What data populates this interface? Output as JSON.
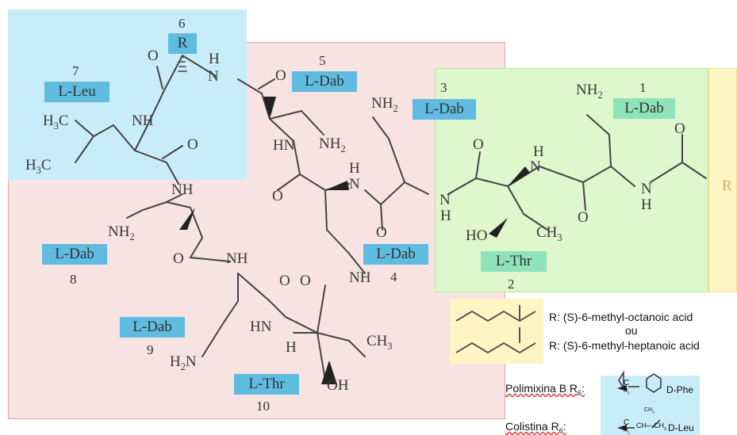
{
  "colors": {
    "blue_region": "#c9ecf9",
    "pink_region": "#f7e3e2",
    "green_region": "#dff7cc",
    "yellow_region": "#fff4c4",
    "residue_label": "#5fbbe0",
    "thr_label": "#8fe3b8",
    "r_label": "#f5eaa0"
  },
  "residues": [
    {
      "label": "L-Dab",
      "num": "1"
    },
    {
      "label": "L-Thr",
      "num": "2"
    },
    {
      "label": "L-Dab",
      "num": "3"
    },
    {
      "label": "L-Dab",
      "num": "4"
    },
    {
      "label": "L-Dab",
      "num": "5"
    },
    {
      "label": "R",
      "num": "6"
    },
    {
      "label": "L-Leu",
      "num": "7"
    },
    {
      "label": "L-Dab",
      "num": "8"
    },
    {
      "label": "L-Dab",
      "num": "9"
    },
    {
      "label": "L-Thr",
      "num": "10"
    }
  ],
  "atoms": {
    "nh": "NH",
    "n": "N",
    "h": "H",
    "o": "O",
    "nh2": "NH2",
    "h2n": "H2N",
    "h3c": "H3C",
    "ho": "HO",
    "ch3": "CH3",
    "oh": "OH",
    "hn": "HN",
    "r": "R"
  },
  "legend": {
    "r_line1": "R: (S)-6-methyl-octanoic acid",
    "r_or": "ou",
    "r_line2": "R: (S)-6-methyl-heptanoic acid",
    "polimixina": "Polimixina B R6:",
    "colistina": "Colistina R6:",
    "dphe": "D-Phe",
    "dleu": "D-Leu",
    "c_h": "C",
    "h2": "H2",
    "ch3_small": "CH3",
    "ch_chain": "CH—CH3"
  }
}
